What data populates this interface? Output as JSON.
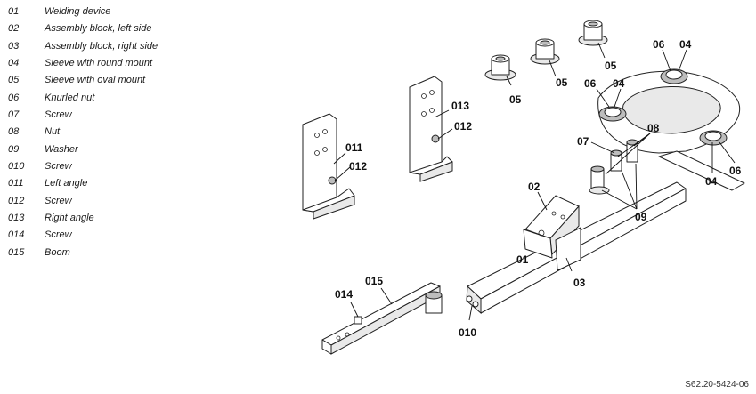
{
  "legend": [
    {
      "num": "01",
      "label": "Welding device"
    },
    {
      "num": "02",
      "label": "Assembly block, left side"
    },
    {
      "num": "03",
      "label": "Assembly block, right side"
    },
    {
      "num": "04",
      "label": "Sleeve with round mount"
    },
    {
      "num": "05",
      "label": "Sleeve with oval mount"
    },
    {
      "num": "06",
      "label": "Knurled nut"
    },
    {
      "num": "07",
      "label": "Screw"
    },
    {
      "num": "08",
      "label": "Nut"
    },
    {
      "num": "09",
      "label": "Washer"
    },
    {
      "num": "010",
      "label": "Screw"
    },
    {
      "num": "011",
      "label": "Left angle"
    },
    {
      "num": "012",
      "label": "Screw"
    },
    {
      "num": "013",
      "label": "Right angle"
    },
    {
      "num": "014",
      "label": "Screw"
    },
    {
      "num": "015",
      "label": "Boom"
    }
  ],
  "callouts": {
    "c05a": "05",
    "c05b": "05",
    "c05c": "05",
    "c06a": "06",
    "c04a": "04",
    "c06b": "06",
    "c04b": "04",
    "c08": "08",
    "c07": "07",
    "c06c": "06",
    "c04c": "04",
    "c09": "09",
    "c02": "02",
    "c01": "01",
    "c03": "03",
    "c010": "010",
    "c011": "011",
    "c012a": "012",
    "c013": "013",
    "c012b": "012",
    "c014": "014",
    "c015": "015"
  },
  "document_id": "S62.20-5424-06"
}
